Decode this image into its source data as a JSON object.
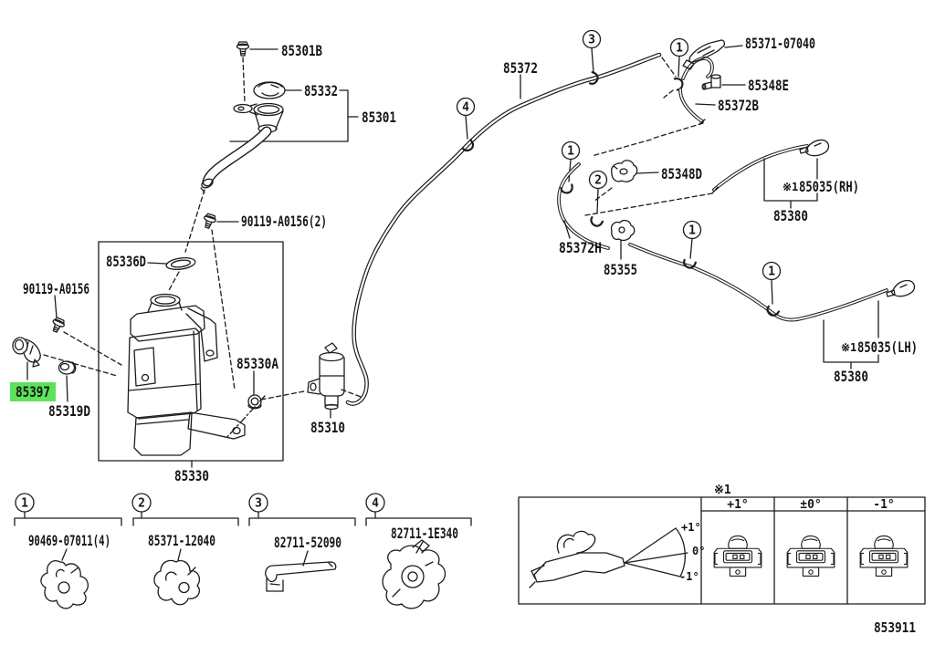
{
  "page": {
    "footer_code": "853911",
    "highlight_color": "#5be35b"
  },
  "parts": {
    "p85301B": "85301B",
    "p85332": "85332",
    "p85301": "85301",
    "p90119_A0156_2": "90119-A0156(2)",
    "p85336D": "85336D",
    "p90119_A0156": "90119-A0156",
    "p85397": "85397",
    "p85319D": "85319D",
    "p85330": "85330",
    "p85330A": "85330A",
    "p85310": "85310",
    "p85372": "85372",
    "p85371_07040": "85371-07040",
    "p85348E": "85348E",
    "p85372B": "85372B",
    "p85348D": "85348D",
    "p85372H": "85372H",
    "p85355": "85355",
    "p85035_RH": "85035(RH)",
    "p85380_RH": "85380",
    "p85035_LH": "85035(LH)",
    "p85380_LH": "85380",
    "ref_note": "※1"
  },
  "callouts": {
    "n1": "1",
    "n2": "2",
    "n3": "3",
    "n4": "4"
  },
  "legend": {
    "items": [
      {
        "num": "1",
        "part": "90469-07011(4)"
      },
      {
        "num": "2",
        "part": "85371-12040"
      },
      {
        "num": "3",
        "part": "82711-52090"
      },
      {
        "num": "4",
        "part": "82711-1E340"
      }
    ]
  },
  "angle_table": {
    "note": "※1",
    "columns": [
      "+1°",
      "±0°",
      "-1°"
    ],
    "fan_labels": [
      "+1°",
      "0°",
      "-1°"
    ]
  }
}
